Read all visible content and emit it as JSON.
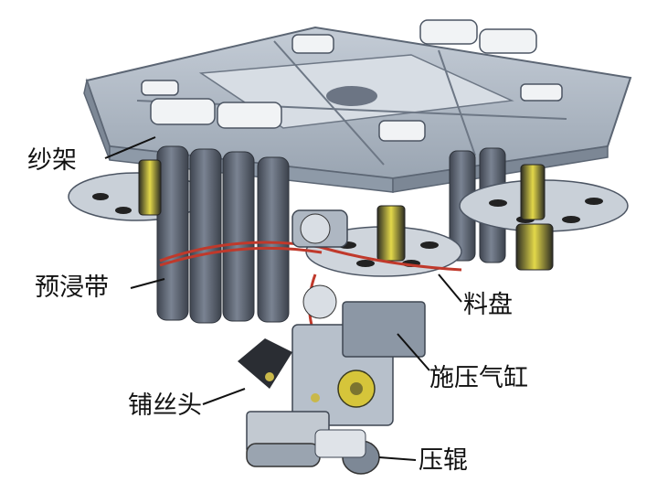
{
  "labels": {
    "creel": "纱架",
    "pre_impregnated_tape": "预浸带",
    "material_tray": "料盘",
    "pressure_cylinder": "施压气缸",
    "laying_head": "铺丝头",
    "compaction_roller": "压辊"
  },
  "colors": {
    "frame": "#8e9aa8",
    "frame_light": "#b9c3ce",
    "frame_dark": "#5c6674",
    "roll": "#5a6270",
    "tape": "#c0392b",
    "spool_yellow": "#d8cf3a",
    "text": "#111111"
  }
}
